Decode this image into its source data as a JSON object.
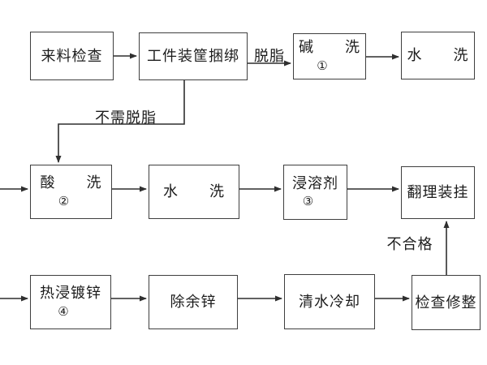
{
  "nodes": [
    {
      "label": "来料检查",
      "number": ""
    },
    {
      "label": "工件装筐捆绑",
      "number": ""
    },
    {
      "label": "碱　　洗",
      "number": "①"
    },
    {
      "label": "水　　洗",
      "number": ""
    },
    {
      "label": "酸　　洗",
      "number": "②"
    },
    {
      "label": "水　　洗",
      "number": ""
    },
    {
      "label": "浸溶剂",
      "number": "③"
    },
    {
      "label": "翻理装挂",
      "number": ""
    },
    {
      "label": "热浸镀锌",
      "number": "④"
    },
    {
      "label": "除余锌",
      "number": ""
    },
    {
      "label": "清水冷却",
      "number": ""
    },
    {
      "label": "检查修整",
      "number": ""
    }
  ],
  "edge_labels": {
    "degrease": "脱脂",
    "no_degrease": "不需脱脂",
    "rejected": "不合格"
  },
  "colors": {
    "line": "#2f2f2f",
    "box_border": "#3f3f3f",
    "text": "#1c1c1c",
    "background": "#ffffff"
  }
}
